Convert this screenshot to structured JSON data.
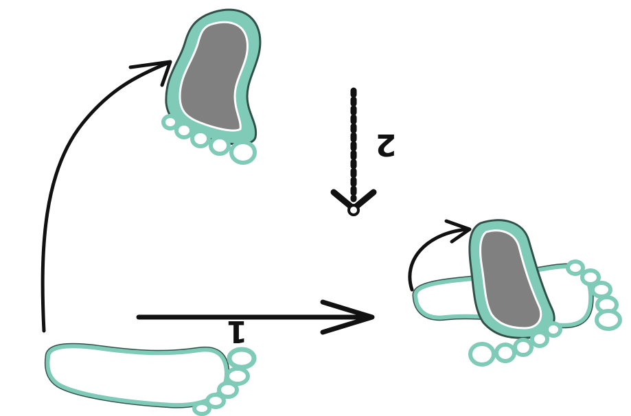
{
  "colors": {
    "background": "#ffffff",
    "foot_outline": "#7fcbb8",
    "foot_outline_dark": "#2f4f47",
    "foot_fill": "#808080",
    "foot_blank": "#ffffff",
    "arrow": "#111111"
  },
  "footprints": [
    {
      "name": "start-left-footprint",
      "filled": false
    },
    {
      "name": "top-right-footprint",
      "filled": true
    },
    {
      "name": "pivot-right-footprint",
      "filled": true
    },
    {
      "name": "pivot-left-footprint",
      "filled": false
    }
  ],
  "arrows": [
    {
      "name": "curved-step-arrow",
      "style": "solid"
    },
    {
      "name": "step-1-arrow",
      "style": "solid"
    },
    {
      "name": "step-2-arrow",
      "style": "dotted"
    },
    {
      "name": "rotation-arrow",
      "style": "solid"
    }
  ],
  "labels": {
    "step_1": "1",
    "step_2": "2"
  }
}
